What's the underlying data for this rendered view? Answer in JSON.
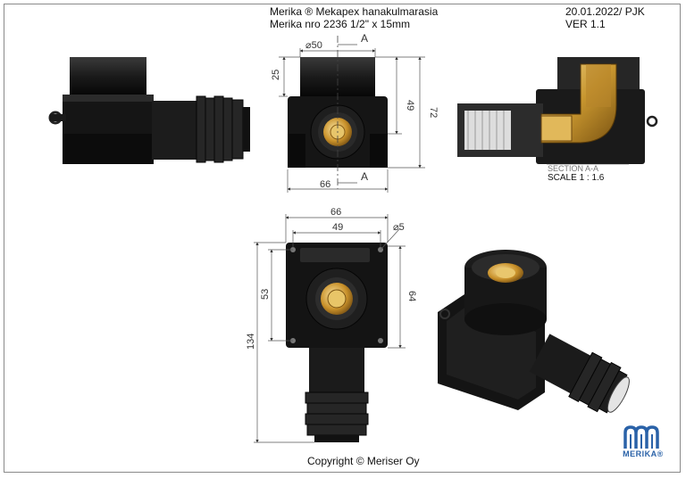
{
  "header": {
    "line1": "Merika ® Mekapex hanakulmarasia",
    "line2": "Merika nro  2236    1/2\" x 15mm",
    "date": "20.01.2022/ PJK",
    "version": "VER 1.1"
  },
  "section_view": {
    "label": "SECTION A-A",
    "scale": "SCALE 1 : 1.6"
  },
  "dimensions": {
    "front_diameter": "⌀50",
    "front_depth": "25",
    "front_height_inner": "49",
    "front_height_total": "72",
    "front_width": "66",
    "section_marker": "A",
    "bottom_width_outer": "66",
    "bottom_width_inner": "49",
    "hole_diameter": "⌀5",
    "bottom_height_inner": "53",
    "bottom_height_right": "64",
    "bottom_height_total": "134"
  },
  "footer": {
    "copyright": "Copyright © Meriser Oy"
  },
  "logo": {
    "text": "MERIKA®",
    "color": "#2a62a8"
  }
}
